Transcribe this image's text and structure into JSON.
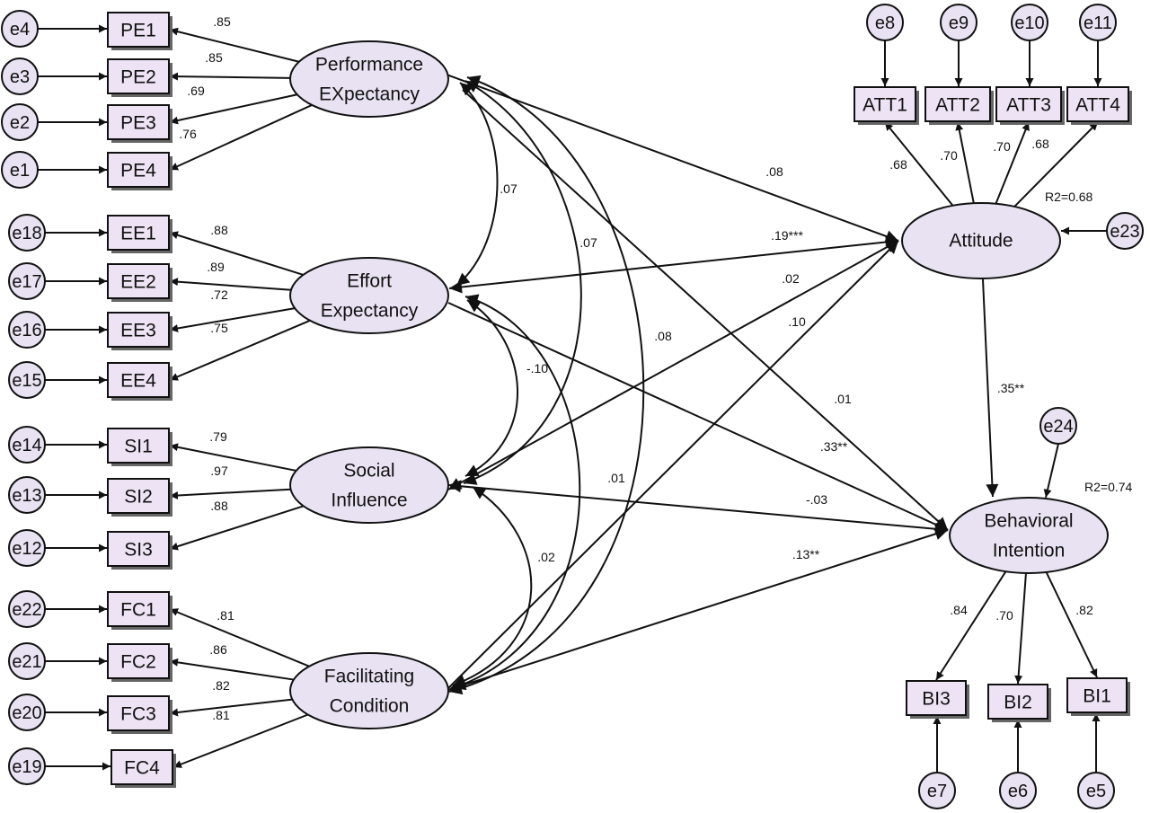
{
  "colors": {
    "box_fill": "#ede3f4",
    "node_fill": "#e8e2f2",
    "stroke": "#111111"
  },
  "latents": {
    "pe": {
      "lines": [
        "Performance",
        "EXpectancy"
      ]
    },
    "ee": {
      "lines": [
        "Effort",
        "Expectancy"
      ]
    },
    "si": {
      "lines": [
        "Social",
        "Influence"
      ]
    },
    "fc": {
      "lines": [
        "Facilitating",
        "Condition"
      ]
    },
    "att": {
      "lines": [
        "Attitude"
      ]
    },
    "bi": {
      "lines": [
        "Behavioral",
        "Intention"
      ]
    }
  },
  "indicators": {
    "pe1": "PE1",
    "pe2": "PE2",
    "pe3": "PE3",
    "pe4": "PE4",
    "ee1": "EE1",
    "ee2": "EE2",
    "ee3": "EE3",
    "ee4": "EE4",
    "si1": "SI1",
    "si2": "SI2",
    "si3": "SI3",
    "fc1": "FC1",
    "fc2": "FC2",
    "fc3": "FC3",
    "fc4": "FC4",
    "att1": "ATT1",
    "att2": "ATT2",
    "att3": "ATT3",
    "att4": "ATT4",
    "bi3": "BI3",
    "bi2": "BI2",
    "bi1": "BI1"
  },
  "errors": {
    "e1": "e1",
    "e2": "e2",
    "e3": "e3",
    "e4": "e4",
    "e5": "e5",
    "e6": "e6",
    "e7": "e7",
    "e8": "e8",
    "e9": "e9",
    "e10": "e10",
    "e11": "e11",
    "e12": "e12",
    "e13": "e13",
    "e14": "e14",
    "e15": "e15",
    "e16": "e16",
    "e17": "e17",
    "e18": "e18",
    "e19": "e19",
    "e20": "e20",
    "e21": "e21",
    "e22": "e22",
    "e23": "e23",
    "e24": "e24"
  },
  "loadings": {
    "pe1": ".85",
    "pe2": ".85",
    "pe3": ".69",
    "pe4": ".76",
    "ee1": ".88",
    "ee2": ".89",
    "ee3": ".72",
    "ee4": ".75",
    "si1": ".79",
    "si2": ".97",
    "si3": ".88",
    "fc1": ".81",
    "fc2": ".86",
    "fc3": ".82",
    "fc4": ".81",
    "att1": ".68",
    "att2": ".70",
    "att3": ".70",
    "att4": ".68",
    "bi3": ".84",
    "bi2": ".70",
    "bi1": ".82"
  },
  "paths": {
    "pe_att": ".08",
    "ee_att": ".19***",
    "si_att": ".02",
    "fc_att": ".10",
    "pe_bi": ".01",
    "ee_bi": ".33**",
    "si_bi": "-.03",
    "fc_bi": ".13**",
    "att_bi": ".35**"
  },
  "covariances": {
    "pe_ee": ".07",
    "pe_si": ".07",
    "pe_fc": ".08",
    "ee_si": "-.10",
    "ee_fc": ".01",
    "si_fc": ".02"
  },
  "r2": {
    "att": "R2=0.68",
    "bi": "R2=0.74"
  }
}
